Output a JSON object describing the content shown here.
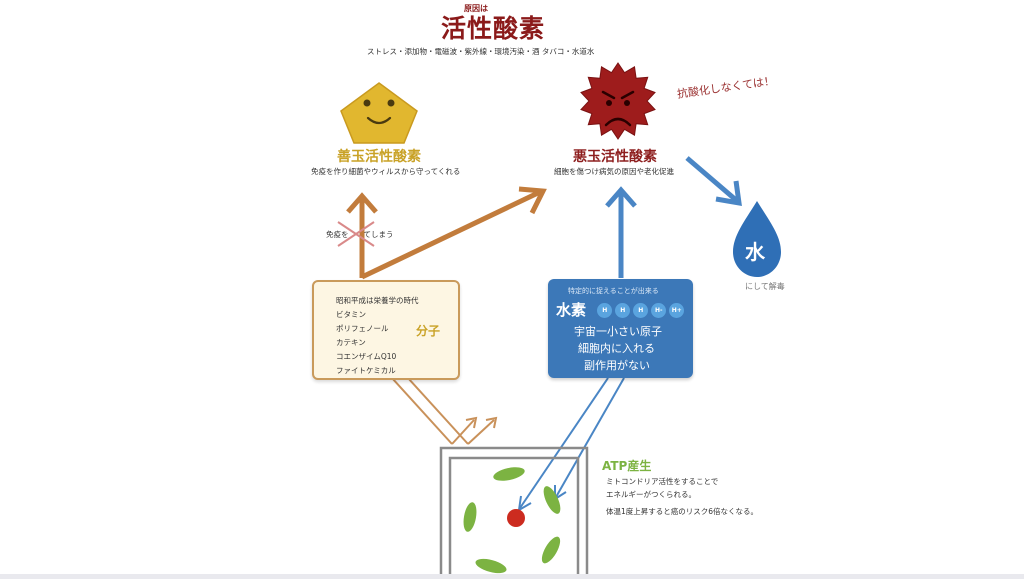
{
  "header": {
    "cause_small": "原因は",
    "title": "活性酸素",
    "causes": "ストレス・添加物・電磁波・紫外線・環境汚染・酒 タバコ・水道水"
  },
  "good": {
    "title": "善玉活性酸素",
    "desc": "免疫を作り細菌やウィルスから守ってくれる"
  },
  "bad": {
    "title": "悪玉活性酸素",
    "desc": "細胞を傷つけ病気の原因や老化促進"
  },
  "antioxidize": "抗酸化しなくては！",
  "immune_note": "免疫を　　てしまう",
  "water": {
    "char": "水",
    "note": "にして解毒"
  },
  "molecule_box": {
    "lines": [
      "昭和平成は栄養学の時代",
      "ビタミン",
      "ポリフェノール",
      "カテキン",
      "コエンザイムQ10",
      "ファイトケミカル"
    ],
    "label": "分子"
  },
  "hydrogen_box": {
    "top": "特定的に捉えることが出来る",
    "title": "水素",
    "badges": [
      "H",
      "H",
      "H",
      "H-",
      "H+"
    ],
    "lines": [
      "宇宙一小さい原子",
      "細胞内に入れる",
      "副作用がない"
    ]
  },
  "atp": {
    "title": "ATP産生",
    "line1": "ミトコンドリア活性をすることで",
    "line2": "エネルギーがつくられる。",
    "line3": "体温1度上昇すると癌のリスク6倍なくなる。"
  },
  "colors": {
    "title_red": "#8b1a1a",
    "good_gold": "#c9a227",
    "bad_red": "#8e1f1f",
    "arrow_brown": "#c27c3c",
    "arrow_blue": "#4a86c5",
    "atp_green": "#7cb342",
    "water_blue": "#2f6fb6"
  }
}
